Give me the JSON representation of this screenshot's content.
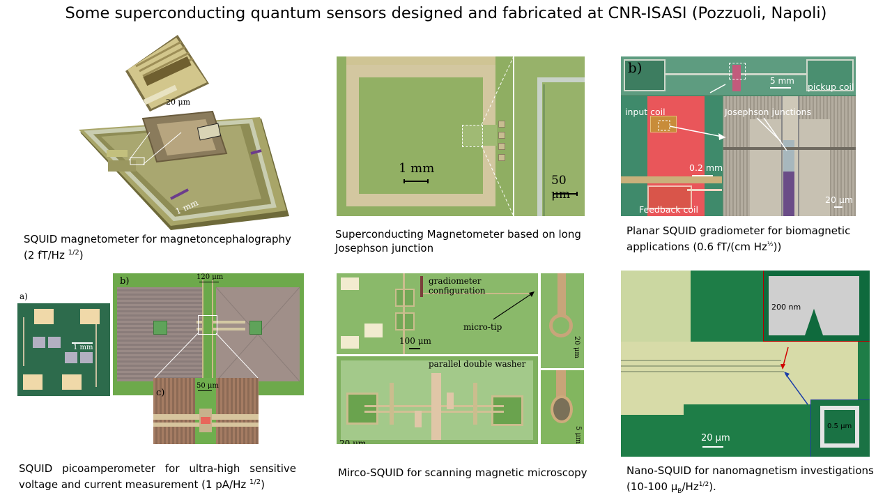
{
  "title": "Some superconducting quantum sensors designed and fabricated at CNR-ISASI (Pozzuoli, Napoli)",
  "captions": {
    "mag_line1": "SQUID magnetometer for magnetoncephalography",
    "mag_line2_pre": "(2 fT/Hz ",
    "mag_sup": "1/2",
    "mag_line2_post": ")",
    "ljj_line1": "Superconducting Magnetometer based on long",
    "ljj_line2": "Josephson junction",
    "grad_line1": "Planar SQUID gradiometer for biomagnetic",
    "grad_line2_pre": "applications (0.6 fT/(cm Hz",
    "grad_sup": "½",
    "grad_line2_post": "))",
    "pico_line1": "SQUID picoamperometer for ultra-high sensitive",
    "pico_line2_pre": "voltage and current measurement (1 pA/Hz ",
    "pico_sup": "1/2",
    "pico_line2_post": ")",
    "micro": "Mirco-SQUID for scanning magnetic microscopy",
    "nano_line1": "Nano-SQUID for nanomagnetism investigations",
    "nano_line2_pre": "(10-100 μ",
    "nano_sub": "B",
    "nano_mid": "/Hz",
    "nano_sup": "1/2",
    "nano_line2_post": ")."
  },
  "labels": {
    "mag_zoom": "20 μm",
    "mag_scale": "1 mm",
    "ljj_scale1": "1 mm",
    "ljj_scale2": "50 μm",
    "grad_b": "b)",
    "grad_5mm": "5 mm",
    "grad_pickup": "pickup coil",
    "grad_input": "input coil",
    "grad_jj": "Josephson junctions",
    "grad_02mm": "0.2 mm",
    "grad_feedback": "Feedback coil",
    "grad_20um": "20 μm",
    "pico_a": "a)",
    "pico_1mm": "1 mm",
    "pico_b": "b)",
    "pico_120um": "120 μm",
    "pico_c": "c)",
    "pico_50um": "50 μm",
    "micro_grad_conf": "gradiometer configuration",
    "micro_tip": "micro-tip",
    "micro_100um": "100 μm",
    "micro_20um_v": "20 μm",
    "micro_parallel": "parallel double washer",
    "micro_20um": "20 μm",
    "micro_5um_v": "5 μm",
    "nano_200nm": "200 nm",
    "nano_05um": "0.5 μm",
    "nano_20um": "20 μm"
  }
}
